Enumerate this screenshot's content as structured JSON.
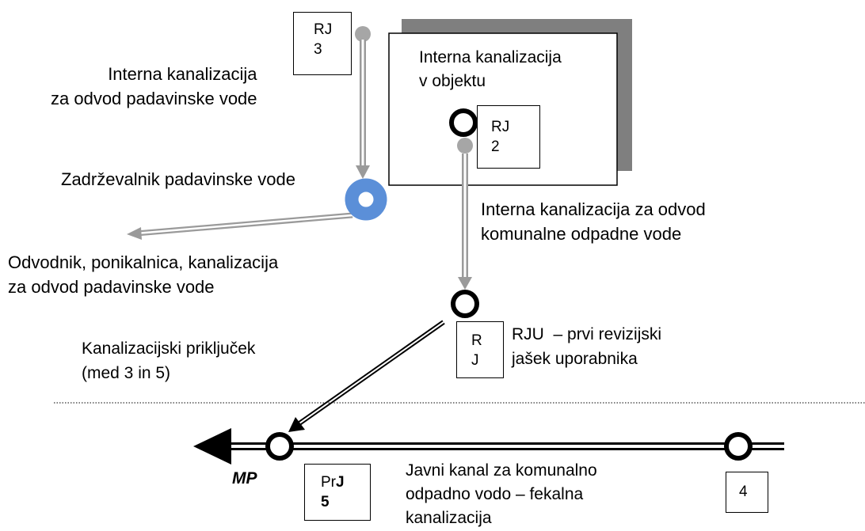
{
  "labels": {
    "rj3": "RJ\n3",
    "rj2": "RJ\n2",
    "rju_box": "R\nJ",
    "box4": "4",
    "prj5_pr": "Pr",
    "prj5_j": "J",
    "prj5_5": "5",
    "building": "Interna kanalizacija\nv objektu",
    "internal_rain": "Interna kanalizacija\nza odvod padavinske vode",
    "retention": "Zadrževalnik padavinske vode",
    "drain": "Odvodnik, ponikalnica, kanalizacija\nza odvod padavinske vode",
    "internal_communal": "Interna kanalizacija za odvod\nkomunalne odpadne vode",
    "connection": "Kanalizacijski priključek\n(med 3 in 5)",
    "rju_desc": "RJU  – prvi revizijski\njašek uporabnika",
    "mp": "MP",
    "public_sewer": "Javni kanal za komunalno\nodpadno vodo – fekalna\nkanalizacija"
  },
  "colors": {
    "pipe_gray": "#9a9a9a",
    "retention_blue": "#5b8fd8",
    "shadow": "#7f7f7f",
    "node_gray": "#a6a6a6"
  }
}
